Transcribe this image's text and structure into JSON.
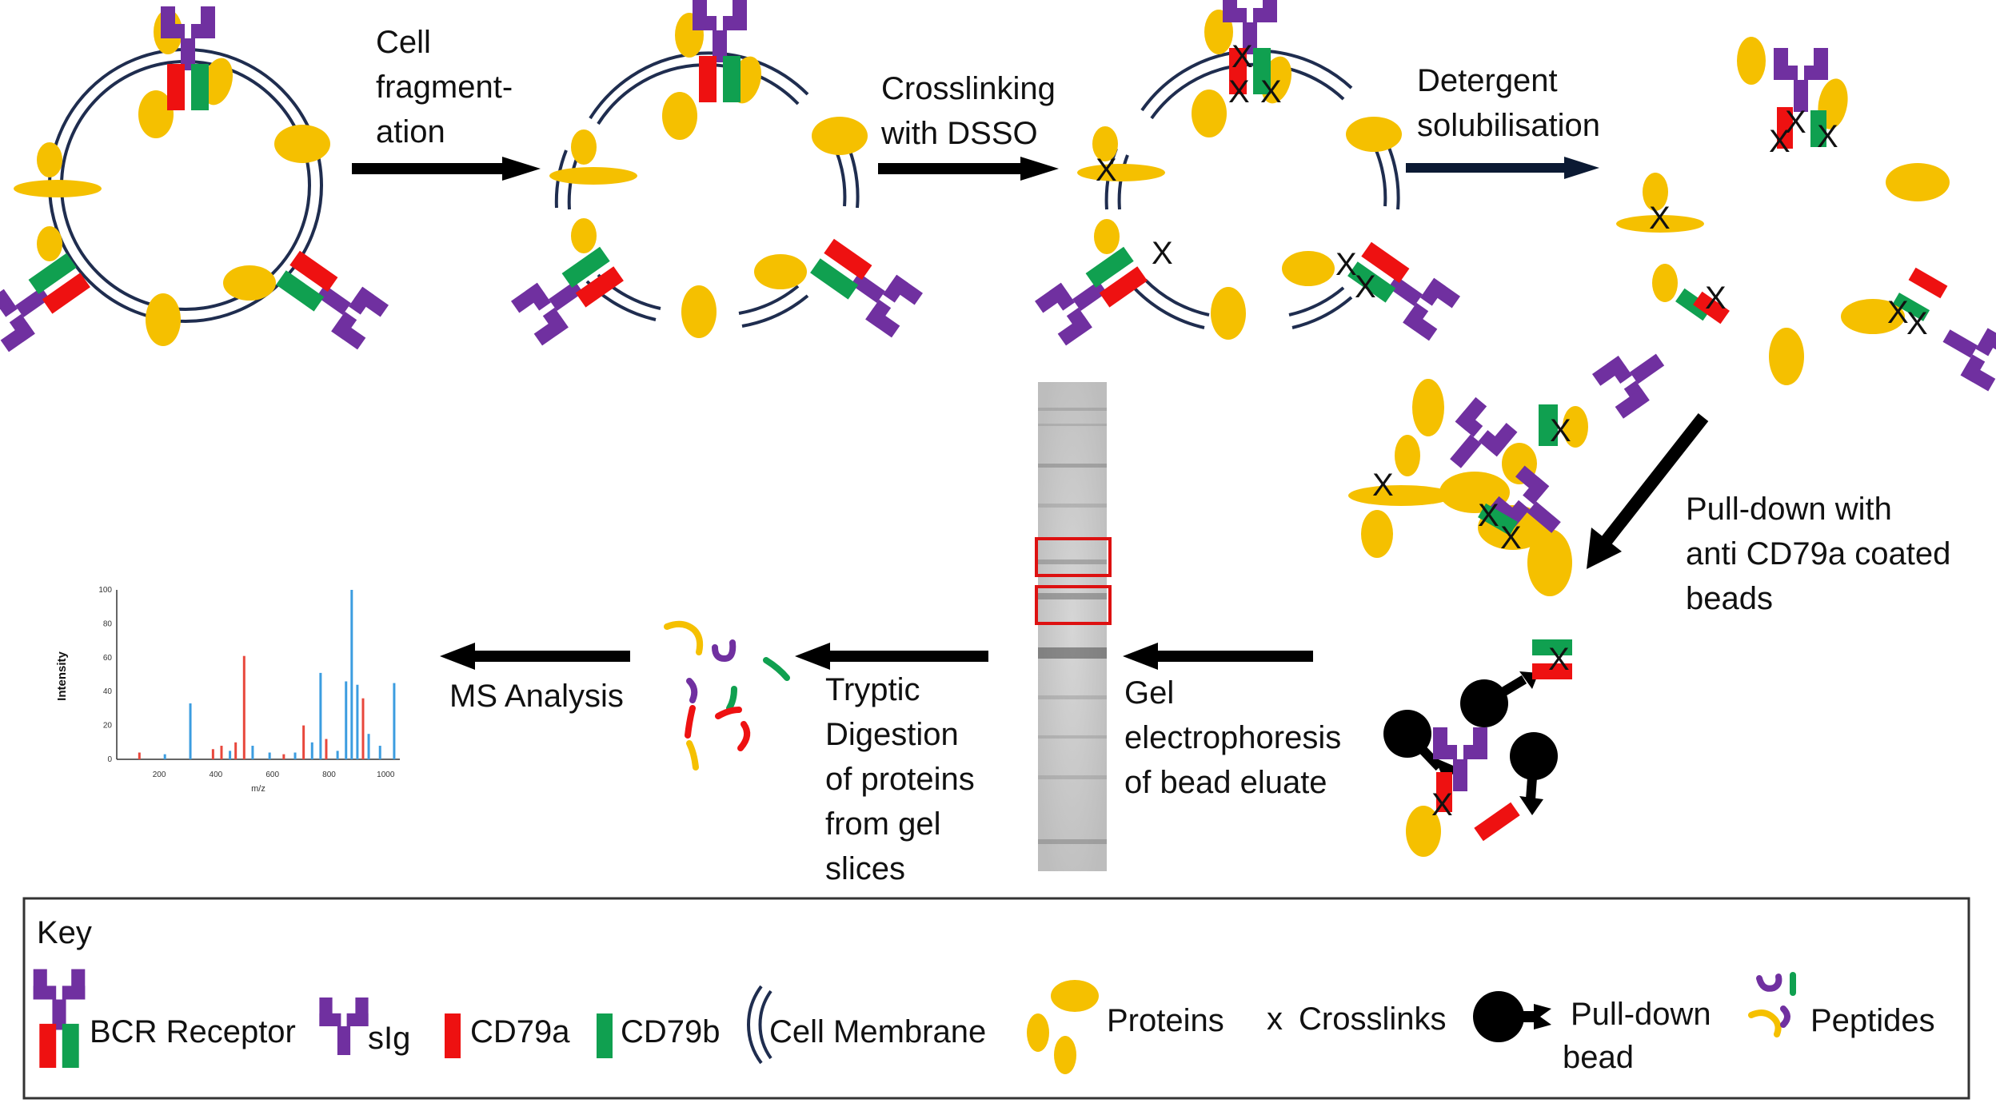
{
  "steps": {
    "fragmentation": [
      "Cell",
      "fragment-",
      "ation"
    ],
    "crosslinking": [
      "Crosslinking",
      "with DSSO"
    ],
    "solubilisation": [
      "Detergent",
      "solubilisation"
    ],
    "pulldown": [
      "Pull-down with",
      "anti CD79a coated",
      "beads"
    ],
    "electrophoresis": [
      "Gel",
      "electrophoresis",
      "of bead eluate"
    ],
    "digestion": [
      "Tryptic",
      "Digestion",
      "of proteins",
      "from gel",
      "slices"
    ],
    "ms": "MS Analysis"
  },
  "crosslink_mark": "X",
  "spectrum": {
    "ylabel": "Intensity",
    "xlabel": "m/z",
    "yticks": [
      "100",
      "80",
      "60",
      "40",
      "20",
      "0"
    ],
    "xticks": [
      "200",
      "400",
      "600",
      "800",
      "1000"
    ]
  },
  "key": {
    "title": "Key",
    "items": {
      "bcr": "BCR Receptor",
      "sig": "sIg",
      "cd79a": "CD79a",
      "cd79b": "CD79b",
      "membrane": "Cell Membrane",
      "proteins": "Proteins",
      "crosslinks_symbol": "x",
      "crosslinks": "Crosslinks",
      "bead": [
        "Pull-down",
        "bead"
      ],
      "peptides": "Peptides"
    }
  },
  "colors": {
    "protein": "#F5C000",
    "sig": "#7030A0",
    "cd79a": "#EE1111",
    "cd79b": "#10A050",
    "membrane": "#1F2D4F",
    "arrow": "#000000",
    "gel_box": "#DD1111",
    "bar_blue": "#3C9DE0",
    "bar_red": "#E8473C"
  }
}
